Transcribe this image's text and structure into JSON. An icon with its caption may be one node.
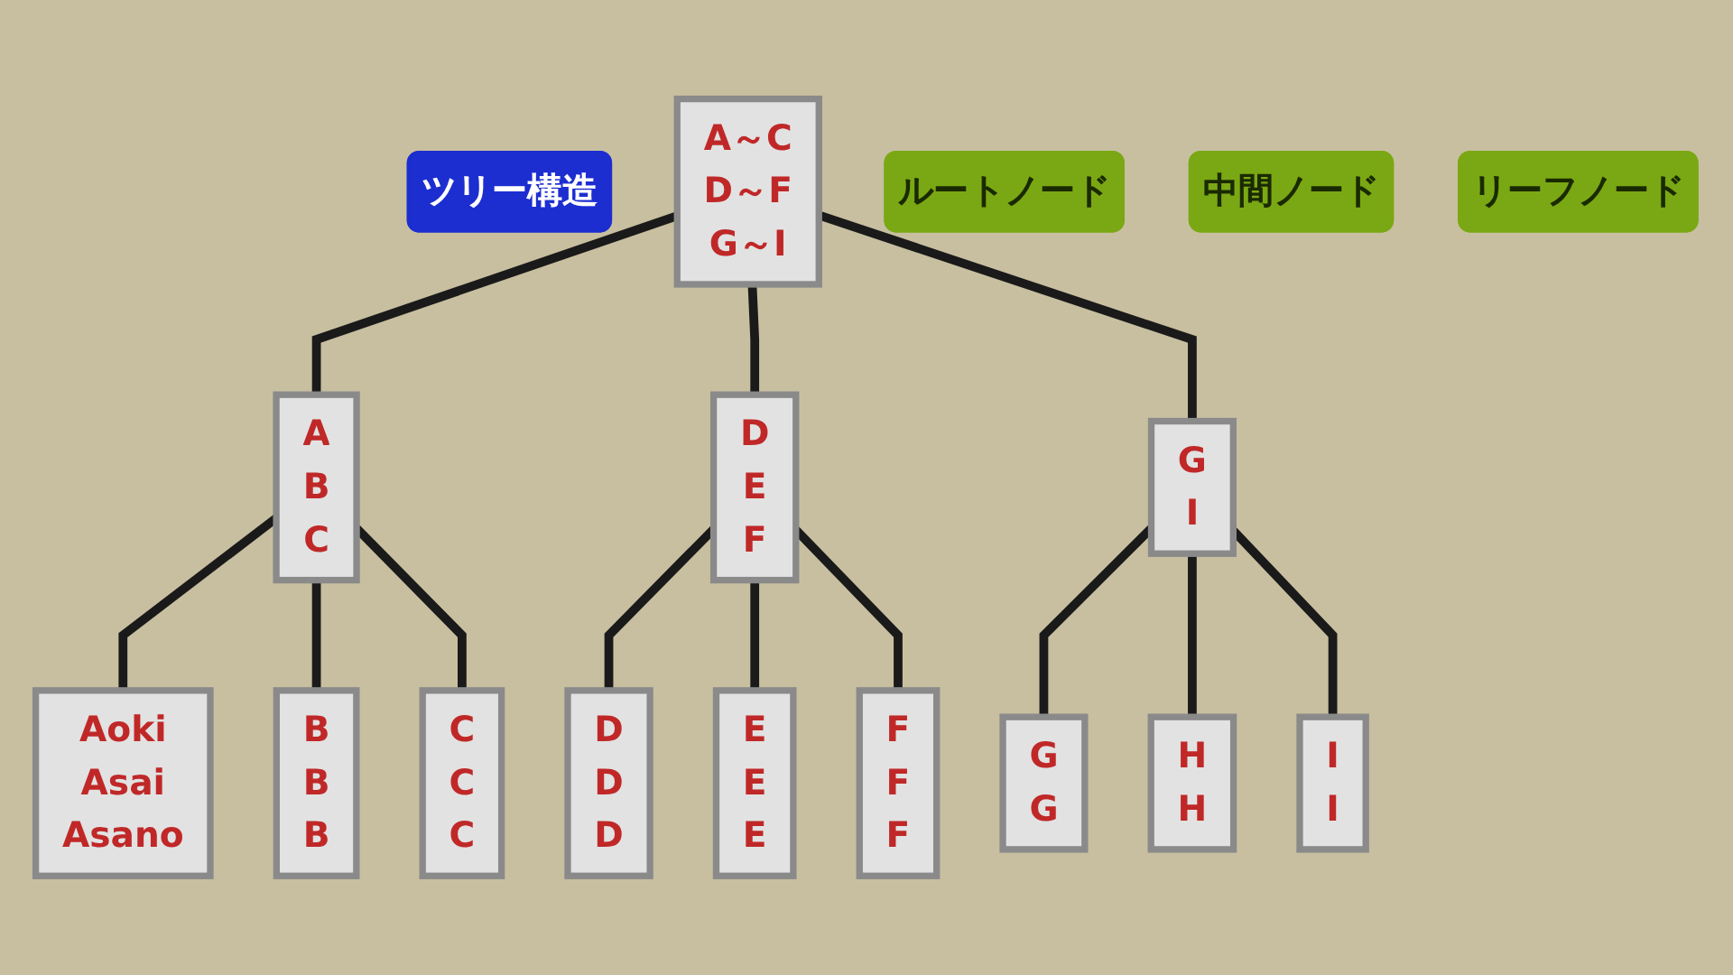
{
  "diagram": {
    "nodes": [
      {
        "text": [
          "ツリー構造"
        ]
      },
      {
        "text": [
          "A～C",
          "D～F",
          "G～I"
        ]
      },
      {
        "text": [
          "ルートノード"
        ]
      },
      {
        "text": [
          "A",
          "B",
          "C"
        ]
      },
      {
        "text": [
          "D",
          "E",
          "F"
        ]
      },
      {
        "text": [
          "G",
          "I"
        ]
      },
      {
        "text": [
          "中間ノード"
        ]
      },
      {
        "text": [
          "Aoki",
          "Asai",
          "Asano"
        ]
      },
      {
        "text": [
          "B",
          "B",
          "B"
        ]
      },
      {
        "text": [
          "C",
          "C",
          "C"
        ]
      },
      {
        "text": [
          "D",
          "D",
          "D"
        ]
      },
      {
        "text": [
          "E",
          "E",
          "E"
        ]
      },
      {
        "text": [
          "F",
          "F",
          "F"
        ]
      },
      {
        "text": [
          "G",
          "G"
        ]
      },
      {
        "text": [
          "H",
          "H"
        ]
      },
      {
        "text": [
          "I",
          "I"
        ]
      },
      {
        "text": [
          "リーフノード"
        ]
      }
    ],
    "edges": [
      {
        "from": 1,
        "to": 3,
        "arrow": "none"
      },
      {
        "from": 1,
        "to": 4,
        "arrow": "none"
      },
      {
        "from": 1,
        "to": 5,
        "arrow": "none"
      },
      {
        "from": 3,
        "to": 7,
        "arrow": "none"
      },
      {
        "from": 3,
        "to": 8,
        "arrow": "none"
      },
      {
        "from": 3,
        "to": 9,
        "arrow": "none"
      },
      {
        "from": 4,
        "to": 10,
        "arrow": "none"
      },
      {
        "from": 4,
        "to": 11,
        "arrow": "none"
      },
      {
        "from": 4,
        "to": 12,
        "arrow": "none"
      },
      {
        "from": 5,
        "to": 13,
        "arrow": "none"
      },
      {
        "from": 5,
        "to": 14,
        "arrow": "none"
      },
      {
        "from": 5,
        "to": 15,
        "arrow": "none"
      }
    ]
  }
}
